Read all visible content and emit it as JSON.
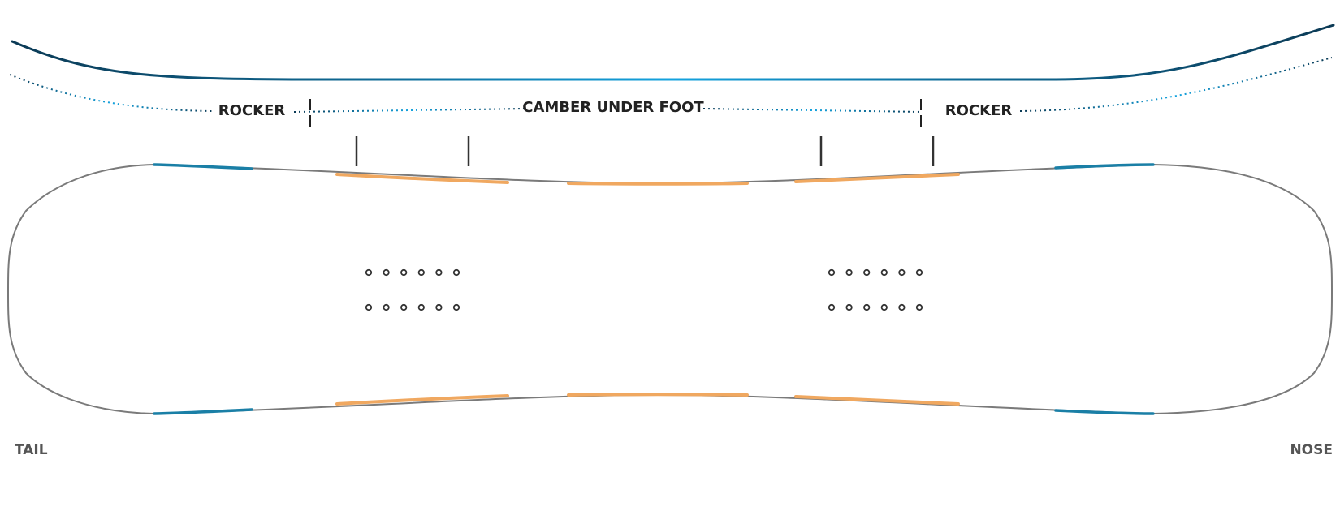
{
  "labels": {
    "rocker_left": "ROCKER",
    "camber": "CAMBER UNDER FOOT",
    "rocker_right": "ROCKER",
    "tail": "TAIL",
    "nose": "NOSE"
  },
  "colors": {
    "profile_dark": "#0b3a55",
    "profile_light": "#14a3df",
    "edge_teal": "#1a7fa6",
    "camber_orange": "#f0a860",
    "outline_gray": "#7a7a7a",
    "text_dark": "#222222",
    "text_gray": "#555555"
  },
  "inserts": {
    "columns_per_row": 6,
    "rows_per_group": 2,
    "groups": 2
  }
}
